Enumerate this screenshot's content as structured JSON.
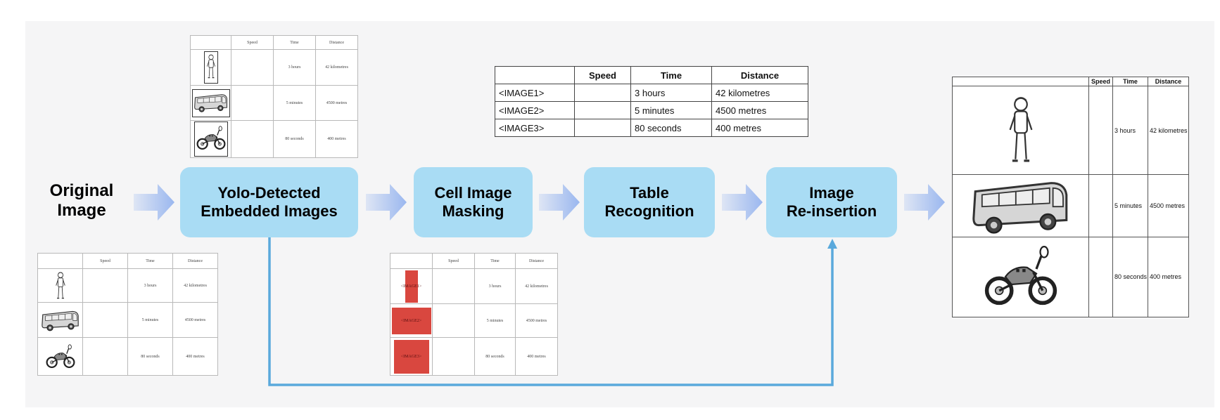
{
  "stages": {
    "original": "Original\nImage",
    "yolo": "Yolo-Detected\nEmbedded Images",
    "masking": "Cell Image\nMasking",
    "recognition": "Table\nRecognition",
    "reinsertion": "Image\nRe-insertion"
  },
  "table": {
    "headers": [
      "",
      "Speed",
      "Time",
      "Distance"
    ],
    "times": [
      "3 hours",
      "5 minutes",
      "80 seconds"
    ],
    "distances": [
      "42 kilometres",
      "4500 metres",
      "400 metres"
    ],
    "image_tokens": [
      "<IMAGE1>",
      "<IMAGE2>",
      "<IMAGE3>"
    ],
    "row_images": [
      "person-icon",
      "bus-icon",
      "motorbike-icon"
    ]
  },
  "colors": {
    "stage_fill": "#a9dcf4",
    "arrow": "#9ab7ef",
    "feedback_line": "#5aa9dc",
    "mask": "#d9473f",
    "panel": "#f5f5f6"
  }
}
